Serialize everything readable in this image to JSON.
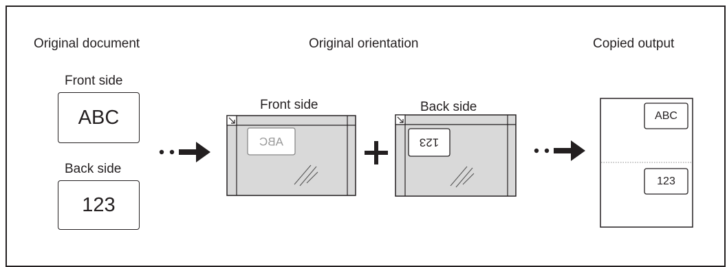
{
  "headings": {
    "original_document": "Original document",
    "original_orientation": "Original orientation",
    "copied_output": "Copied output"
  },
  "original_document": {
    "front_label": "Front side",
    "front_text": "ABC",
    "back_label": "Back side",
    "back_text": "123"
  },
  "scanner_glass": {
    "front_label": "Front side",
    "front_text": "ABC",
    "back_label": "Back side",
    "back_text": "123"
  },
  "copied_output": {
    "top_text": "ABC",
    "bottom_text": "123"
  },
  "colors": {
    "line": "#231f20",
    "glass_fill": "#d9d9d9",
    "mirror_text": "#9a9a9a"
  }
}
